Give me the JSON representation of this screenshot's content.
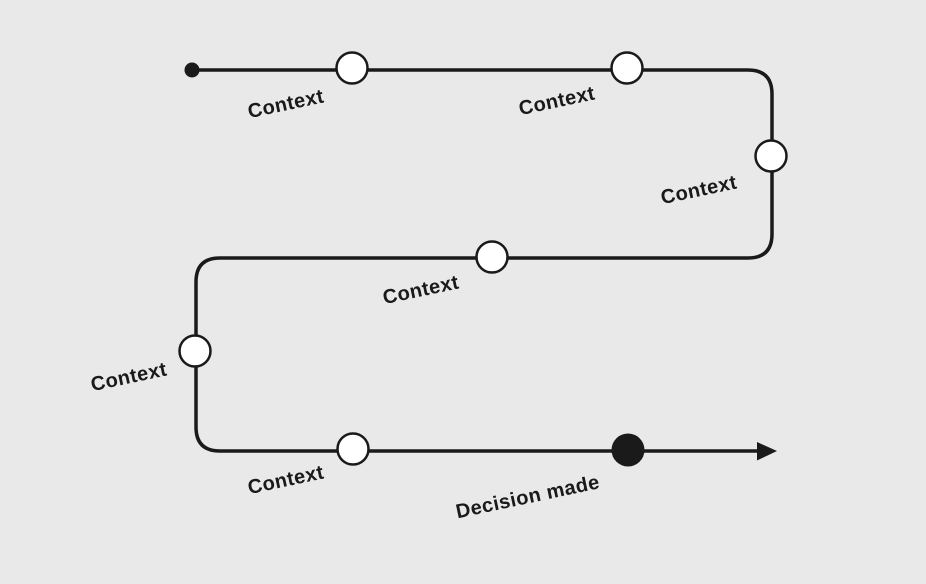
{
  "colors": {
    "background": "#e9e9e9",
    "ink": "#1a1a1a",
    "node_fill": "#ffffff"
  },
  "diagram": {
    "type": "decision-journey-flow",
    "markers": {
      "start_icon": "filled-dot",
      "end_icon": "arrow-right"
    },
    "nodes": [
      {
        "id": "context-1",
        "label": "Context"
      },
      {
        "id": "context-2",
        "label": "Context"
      },
      {
        "id": "context-3",
        "label": "Context"
      },
      {
        "id": "context-4",
        "label": "Context"
      },
      {
        "id": "context-5",
        "label": "Context"
      },
      {
        "id": "context-6",
        "label": "Context"
      },
      {
        "id": "decision",
        "label": "Decision made"
      }
    ]
  }
}
